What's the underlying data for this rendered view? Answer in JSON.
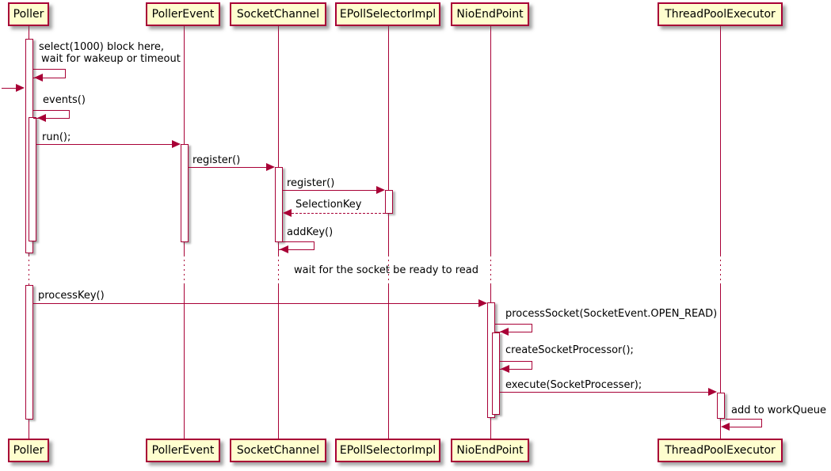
{
  "participants": [
    {
      "name": "Poller"
    },
    {
      "name": "PollerEvent"
    },
    {
      "name": "SocketChannel"
    },
    {
      "name": "EPollSelectorImpl"
    },
    {
      "name": "NioEndPoint"
    },
    {
      "name": "ThreadPoolExecutor"
    }
  ],
  "messages": {
    "select_line1": "select(1000) block here,",
    "select_line2": "wait for wakeup or timeout",
    "events": "events()",
    "run": "run();",
    "register_to_socketchannel": "register()",
    "register_to_epollselector": "register()",
    "selection_key_return": "SelectionKey",
    "add_key": "addKey()",
    "delay_note": "wait for the socket be ready to read",
    "process_key": "processKey()",
    "process_socket": "processSocket(SocketEvent.OPEN_READ)",
    "create_socket_processor": "createSocketProcessor();",
    "execute": "execute(SocketProcesser);",
    "add_to_work_queue": "add to workQueue"
  },
  "colors": {
    "participant_fill": "#FEFECE",
    "border": "#A80036",
    "arrow": "#A80036",
    "lifeline": "#A80036",
    "activation_fill": "#FFFFFF",
    "text": "#000000",
    "background": "#FFFFFF"
  }
}
